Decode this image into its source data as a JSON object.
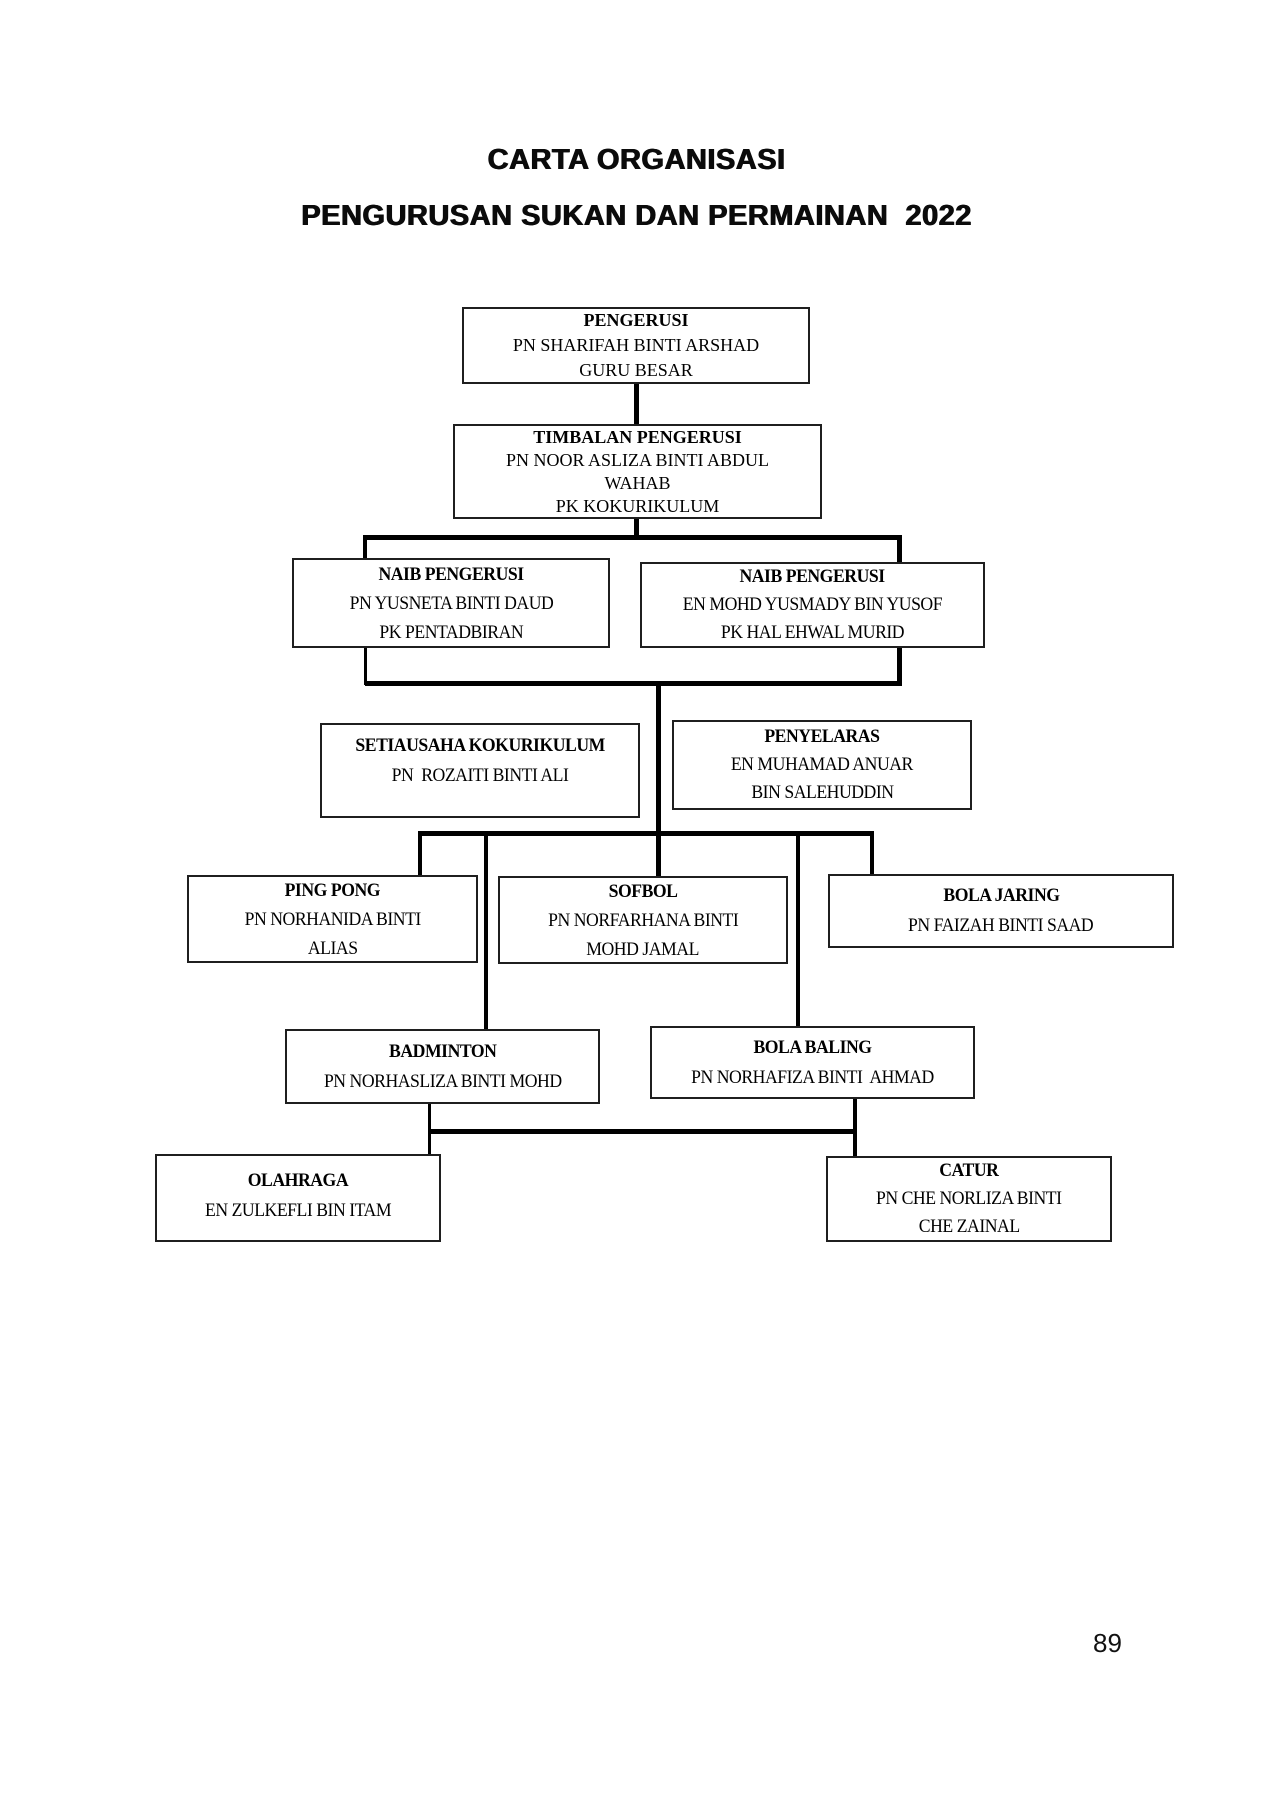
{
  "document": {
    "titles": [
      "CARTA ORGANISASI",
      "PENGURUSAN SUKAN DAN PERMAINAN  2022"
    ],
    "page_number": "89"
  },
  "org_chart": {
    "description": "Organization chart for sports and games management 2022",
    "nodes": {
      "pengerusi": {
        "lines": [
          "PENGERUSI",
          "PN SHARIFAH BINTI ARSHAD",
          "GURU BESAR"
        ]
      },
      "timbalan": {
        "lines": [
          "TIMBALAN PENGERUSI",
          "PN NOOR ASLIZA BINTI ABDUL",
          "WAHAB",
          "PK KOKURIKULUM"
        ]
      },
      "naib_pentadbiran": {
        "lines": [
          "NAIB PENGERUSI",
          "PN YUSNETA BINTI DAUD",
          "PK PENTADBIRAN"
        ]
      },
      "naib_hem": {
        "lines": [
          "NAIB PENGERUSI",
          "EN MOHD YUSMADY BIN YUSOF",
          "PK HAL EHWAL MURID"
        ]
      },
      "setiausaha": {
        "lines": [
          "SETIAUSAHA KOKURIKULUM",
          "PN  ROZAITI BINTI ALI"
        ]
      },
      "penyelaras": {
        "lines": [
          "PENYELARAS",
          "EN MUHAMAD ANUAR",
          "BIN SALEHUDDIN"
        ]
      },
      "ping_pong": {
        "lines": [
          "PING PONG",
          "PN NORHANIDA BINTI",
          "ALIAS"
        ]
      },
      "sofbol": {
        "lines": [
          "SOFBOL",
          "PN NORFARHANA BINTI",
          "MOHD JAMAL"
        ]
      },
      "bola_jaring": {
        "lines": [
          "BOLA JARING",
          "PN FAIZAH BINTI SAAD"
        ]
      },
      "badminton": {
        "lines": [
          "BADMINTON",
          "PN NORHASLIZA BINTI MOHD"
        ]
      },
      "bola_baling": {
        "lines": [
          "BOLA BALING",
          "PN NORHAFIZA BINTI  AHMAD"
        ]
      },
      "olahraga": {
        "lines": [
          "OLAHRAGA",
          "EN ZULKEFLI BIN ITAM"
        ]
      },
      "catur": {
        "lines": [
          "CATUR",
          "PN CHE NORLIZA BINTI",
          "CHE ZAINAL"
        ]
      }
    },
    "colors": {
      "line": "#000000",
      "border": "#1f1f1f",
      "text": "#000000",
      "background": "#ffffff"
    }
  }
}
